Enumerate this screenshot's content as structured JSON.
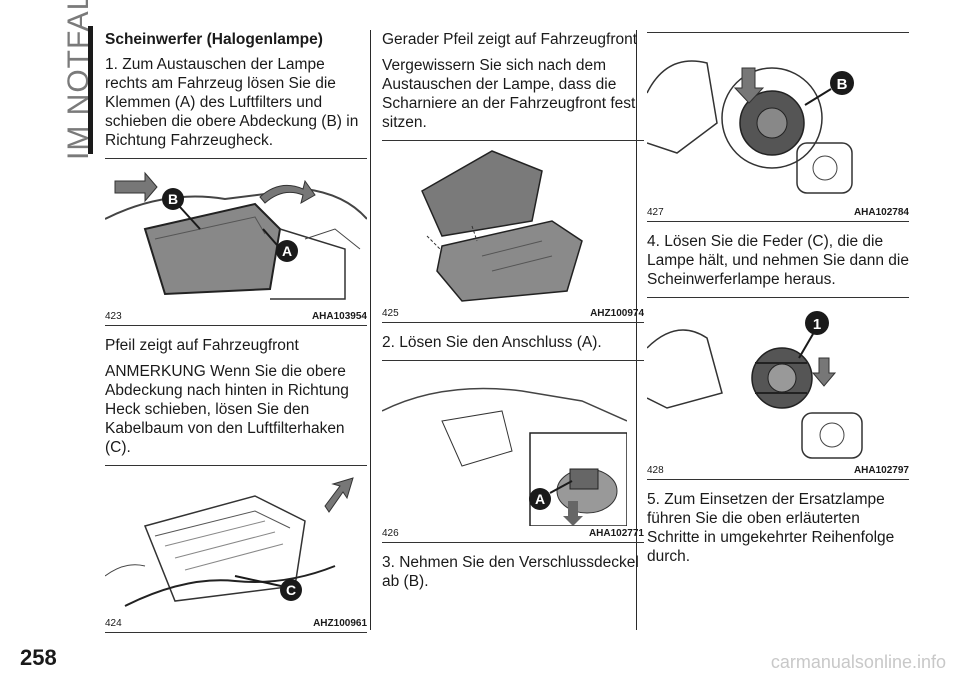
{
  "section_tab": "IM NOTFALL",
  "page_number": "258",
  "watermark": "carmanualsonline.info",
  "col1": {
    "heading": "Scheinwerfer (Halogenlampe)",
    "p1": "1. Zum Austauschen der Lampe rechts am Fahrzeug lösen Sie die Klemmen (A) des Luftfilters und schieben die obere Abdeckung (B) in Richtung Fahrzeugheck.",
    "fig1": {
      "num": "423",
      "code": "AHA103954",
      "labels": [
        "B",
        "A"
      ]
    },
    "p2": "Pfeil zeigt auf Fahrzeugfront",
    "p3": "ANMERKUNG Wenn Sie die obere Abdeckung nach hinten in Richtung Heck schieben, lösen Sie den Kabelbaum von den Luftfilterhaken (C).",
    "fig2": {
      "num": "424",
      "code": "AHZ100961",
      "labels": [
        "C"
      ]
    }
  },
  "col2": {
    "p1": "Gerader Pfeil zeigt auf Fahrzeugfront",
    "p2": "Vergewissern Sie sich nach dem Austauschen der Lampe, dass die Scharniere an der Fahrzeugfront fest sitzen.",
    "fig1": {
      "num": "425",
      "code": "AHZ100974"
    },
    "p3": "2. Lösen Sie den Anschluss (A).",
    "fig2": {
      "num": "426",
      "code": "AHA102771",
      "labels": [
        "A"
      ]
    },
    "p4": "3. Nehmen Sie den Verschlussdeckel ab (B)."
  },
  "col3": {
    "fig1": {
      "num": "427",
      "code": "AHA102784",
      "labels": [
        "B"
      ]
    },
    "p1": "4. Lösen Sie die Feder (C), die die Lampe hält, und nehmen Sie dann die Scheinwerferlampe heraus.",
    "fig2": {
      "num": "428",
      "code": "AHA102797",
      "labels": [
        "1"
      ]
    },
    "p2": "5. Zum Einsetzen der Ersatzlampe führen Sie die oben erläuterten Schritte in umgekehrter Reihenfolge durch."
  }
}
